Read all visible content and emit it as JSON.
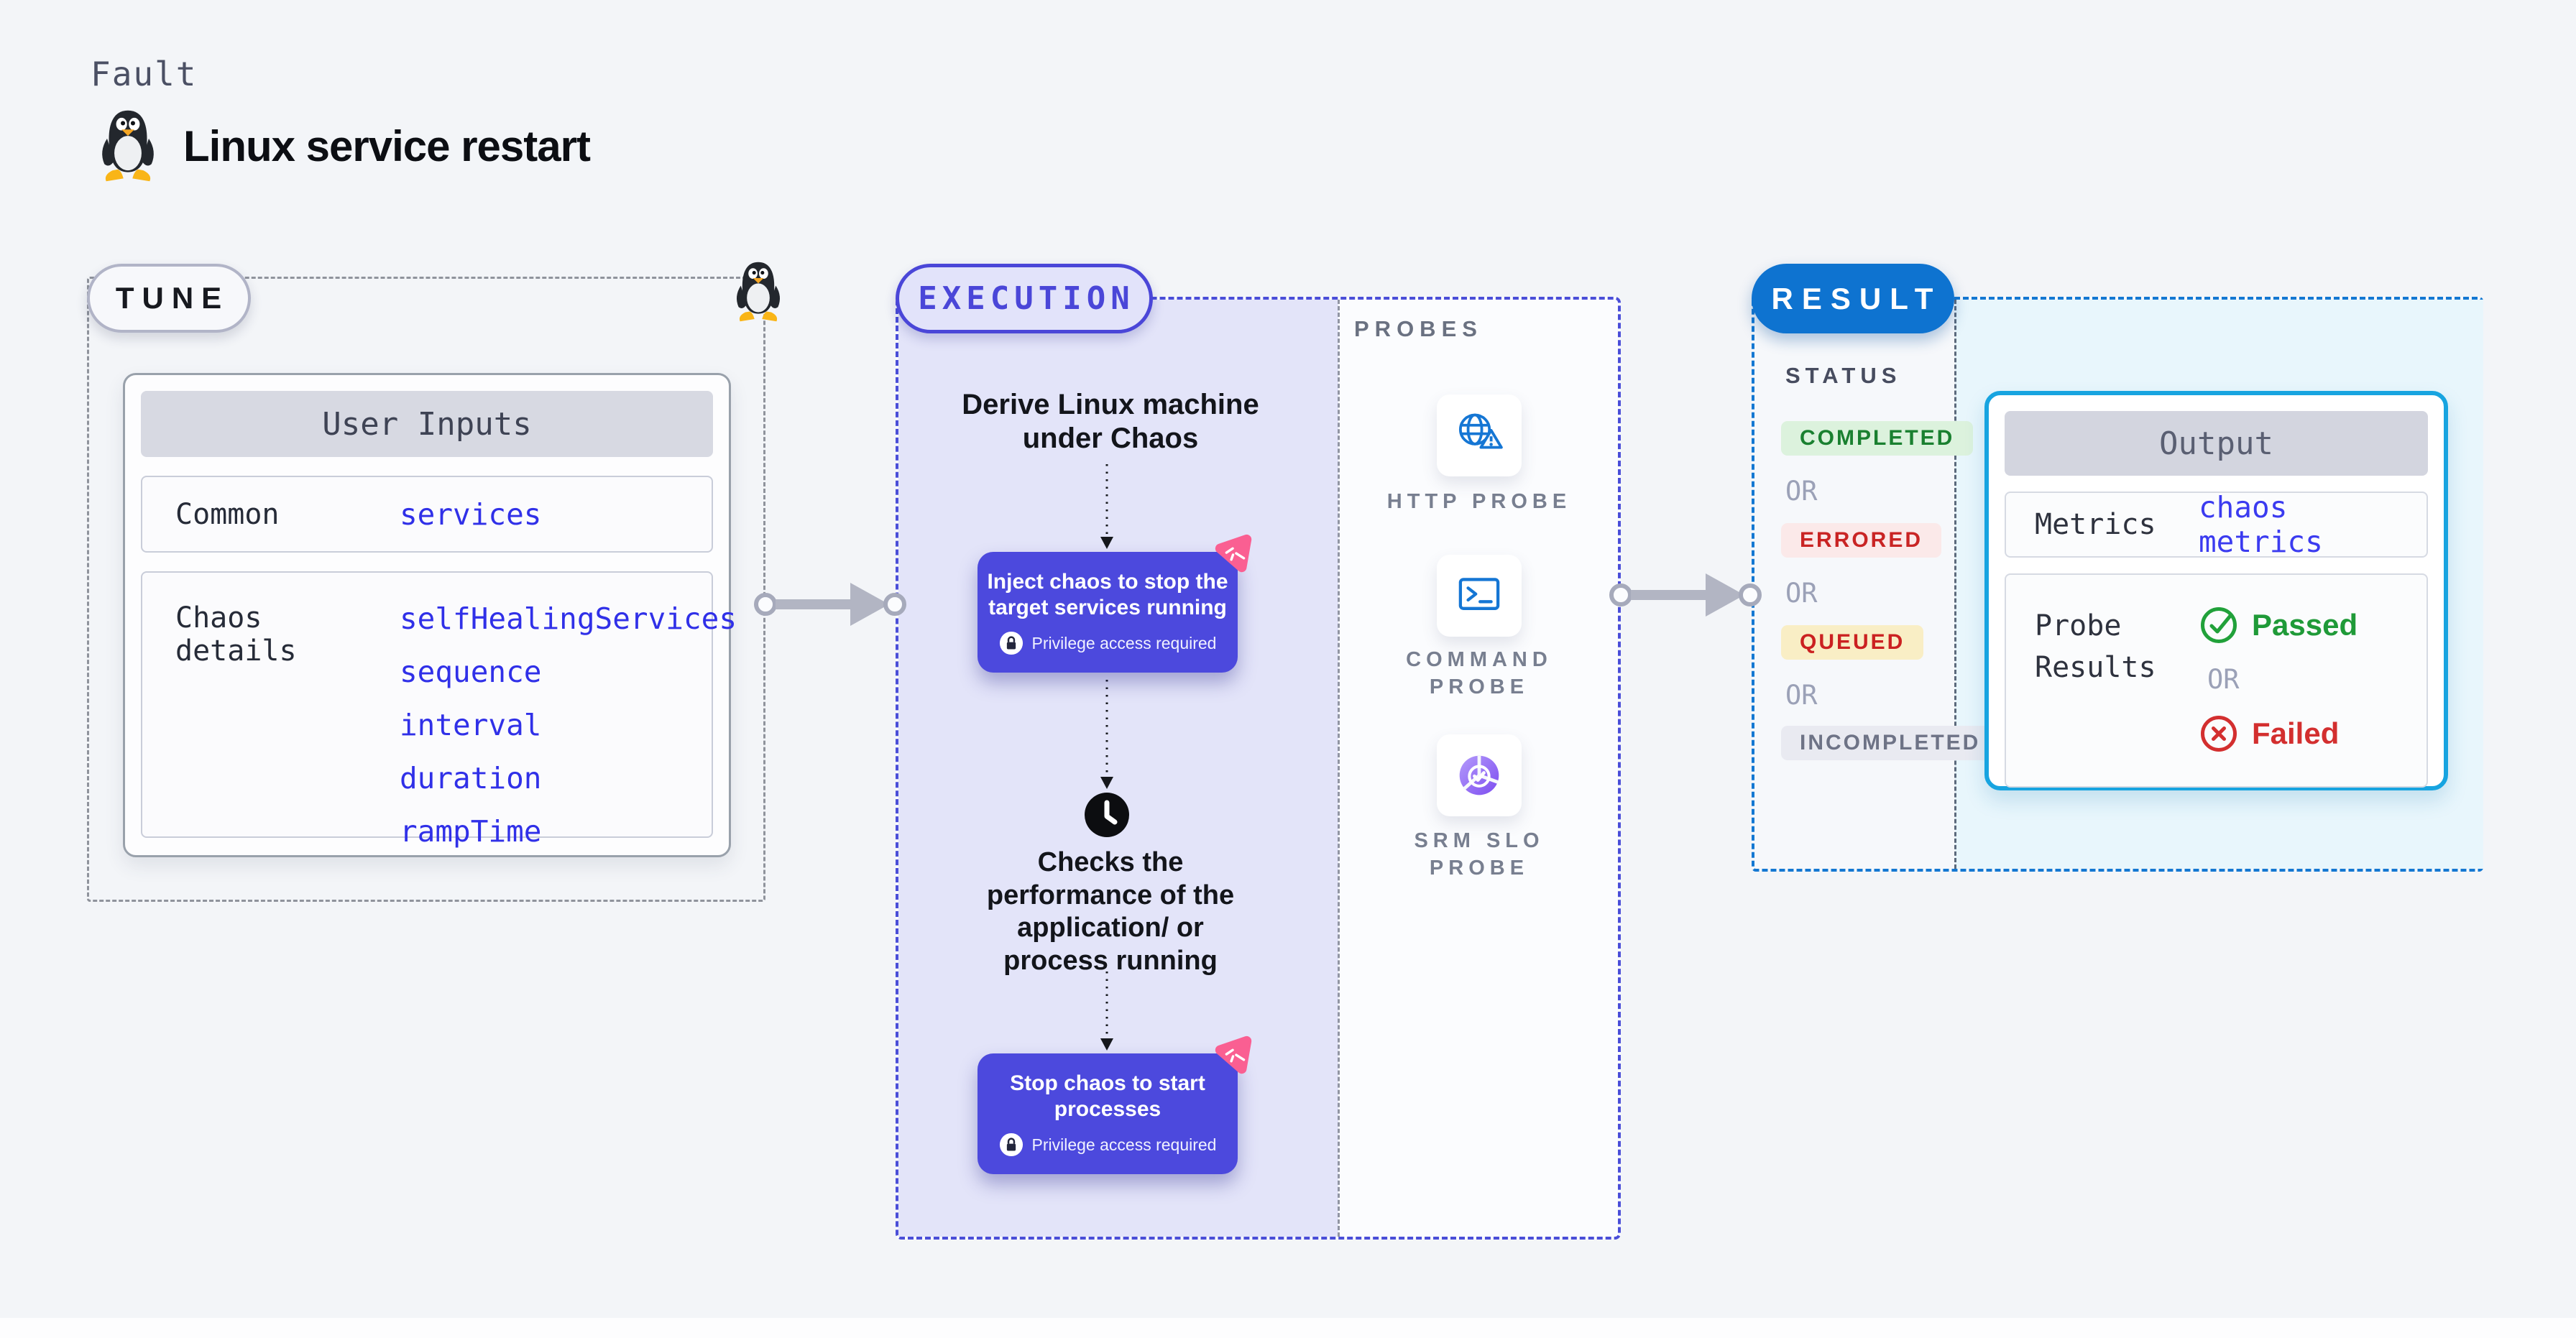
{
  "colors": {
    "page_bg": "#f3f5f8",
    "indigo_accent": "#4a46d8",
    "execution_fill": "#e3e4f9",
    "chaos_card_bg": "#4c49dd",
    "pink_chaos_badge": "#fa5f92",
    "param_link_blue": "#3030e8",
    "result_pill_blue": "#0e73d0",
    "result_border_blue": "#1478d2",
    "output_border_cyan": "#17a4e0",
    "output_area_bg": "#e8f6fc",
    "probe_icon_blue": "#1576d4",
    "passed_green": "#1f9a38",
    "failed_red": "#d32f2f",
    "completed_green": "#1a8030",
    "errored_red": "#c92424",
    "queued_bg_yellow": "#f9eec5",
    "incompleted_gray": "#6e7386"
  },
  "header": {
    "kicker": "Fault",
    "title": "Linux service restart",
    "icon": "tux-penguin-icon"
  },
  "tune": {
    "badge": "TUNE",
    "corner_icon": "tux-penguin-icon",
    "card": {
      "title": "User Inputs",
      "rows": [
        {
          "label": "Common",
          "values": [
            "services"
          ]
        },
        {
          "label": "Chaos details",
          "values": [
            "selfHealingServices",
            "sequence",
            "interval",
            "duration",
            "rampTime"
          ]
        }
      ]
    }
  },
  "execution": {
    "badge": "EXECUTION",
    "derive_text": "Derive Linux machine under Chaos",
    "inject_card": {
      "title": "Inject chaos to stop the target services running",
      "note": "Privilege access required",
      "icons": [
        "lock-icon",
        "chaos-icon"
      ]
    },
    "checks_text": "Checks the performance of the application/ or process running",
    "stop_card": {
      "title": "Stop chaos to start processes",
      "note": "Privilege access required",
      "icons": [
        "lock-icon",
        "chaos-icon"
      ]
    },
    "clock_icon": "clock-icon"
  },
  "probes": {
    "title": "PROBES",
    "items": [
      {
        "label": "HTTP PROBE",
        "icon": "globe-alert-icon"
      },
      {
        "label": "COMMAND PROBE",
        "icon": "terminal-icon"
      },
      {
        "label": "SRM SLO PROBE",
        "icon": "slo-donut-icon"
      }
    ]
  },
  "result": {
    "badge": "RESULT",
    "status": {
      "title": "STATUS",
      "separator": "OR",
      "items": [
        {
          "label": "COMPLETED",
          "tone": "green"
        },
        {
          "label": "ERRORED",
          "tone": "red"
        },
        {
          "label": "QUEUED",
          "tone": "yellow"
        },
        {
          "label": "INCOMPLETED",
          "tone": "gray"
        }
      ]
    },
    "output": {
      "title": "Output",
      "metrics_label": "Metrics",
      "metrics_value": "chaos metrics",
      "probe_results_label": "Probe Results",
      "separator": "OR",
      "passed_label": "Passed",
      "failed_label": "Failed"
    }
  }
}
